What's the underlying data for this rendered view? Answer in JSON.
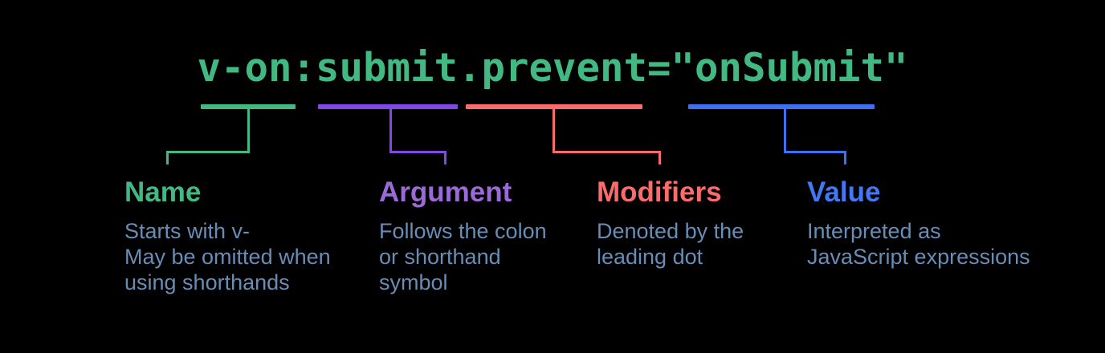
{
  "background": "#000000",
  "code": {
    "text": "v-on:submit.prevent=\"onSubmit\"",
    "color": "#42b883"
  },
  "description_color": "#688db6",
  "parts": [
    {
      "id": "name",
      "token": "v-on",
      "label": "Name",
      "label_color": "#42b883",
      "line_color": "#42b883",
      "description": "Starts with v-\nMay be omitted when\nusing shorthands"
    },
    {
      "id": "argument",
      "token": "submit",
      "label": "Argument",
      "label_color": "#9b6ad8",
      "line_color": "#8247e5",
      "description": "Follows the colon\nor shorthand\nsymbol"
    },
    {
      "id": "modifiers",
      "token": ".prevent",
      "label": "Modifiers",
      "label_color": "#fb6b6b",
      "line_color": "#fb6b6b",
      "description": "Denoted by the\nleading dot"
    },
    {
      "id": "value",
      "token": "onSubmit",
      "label": "Value",
      "label_color": "#4277f5",
      "line_color": "#3e70f2",
      "description": "Interpreted as\nJavaScript expressions"
    }
  ]
}
